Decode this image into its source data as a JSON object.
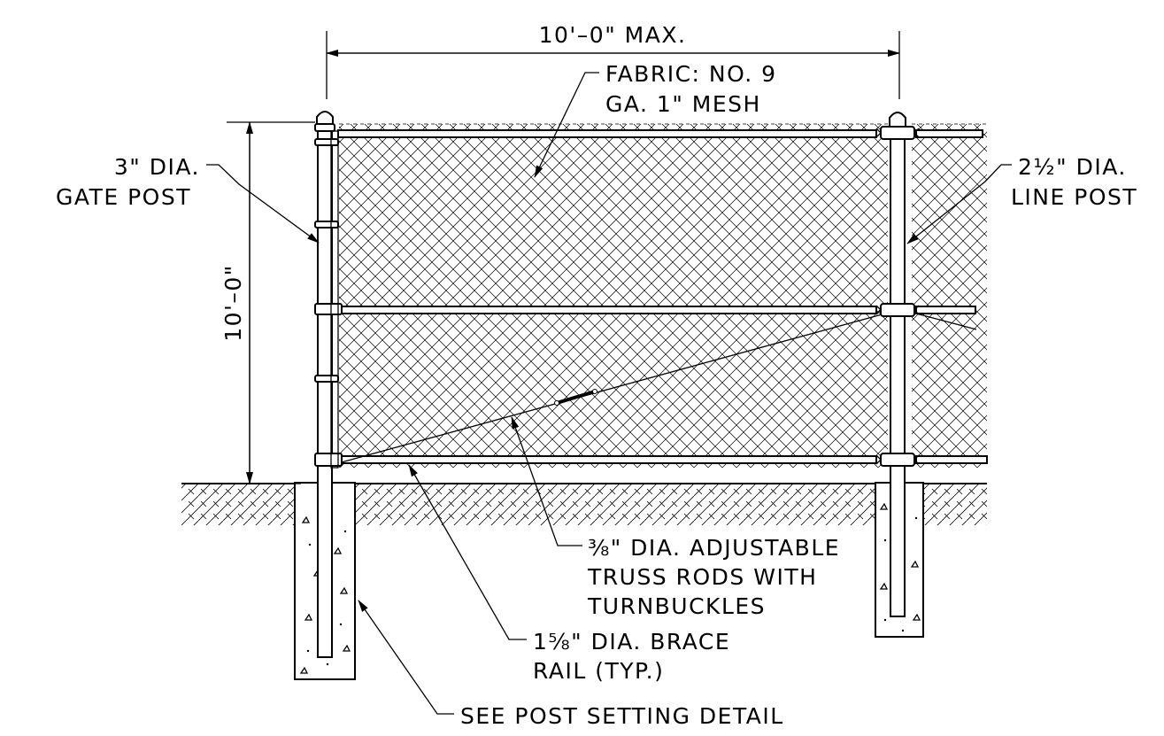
{
  "labels": {
    "width_dim": "10'–0\" MAX.",
    "height_dim": "10'–0\"",
    "fabric_1": "FABRIC: NO. 9",
    "fabric_2": "GA. 1\" MESH",
    "gate_post_1": "3\" DIA.",
    "gate_post_2": "GATE POST",
    "line_post_1": "2½\" DIA.",
    "line_post_2": "LINE POST",
    "truss_1": "⅜\" DIA. ADJUSTABLE",
    "truss_2": "TRUSS RODS WITH",
    "truss_3": "TURNBUCKLES",
    "brace_1": "1⅝\" DIA. BRACE",
    "brace_2": "RAIL (TYP.)",
    "setting": "SEE POST SETTING DETAIL"
  }
}
